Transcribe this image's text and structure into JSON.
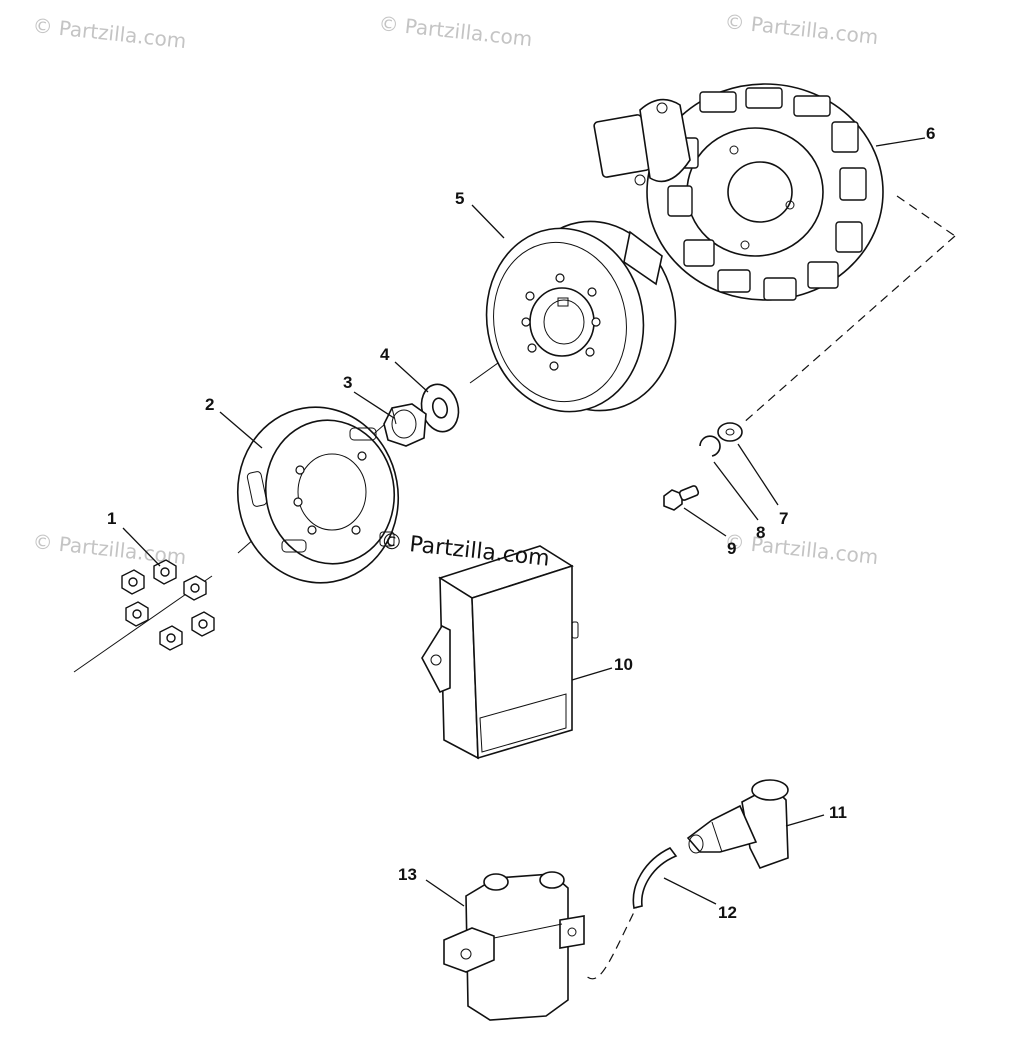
{
  "watermarks": {
    "top_left": "© Partzilla.com",
    "top_center": "© Partzilla.com",
    "top_right": "© Partzilla.com",
    "mid_left": "© Partzilla.com",
    "center": "© Partzilla.com",
    "mid_right": "© Partzilla.com"
  },
  "callouts": [
    "1",
    "2",
    "3",
    "4",
    "5",
    "6",
    "7",
    "8",
    "9",
    "10",
    "11",
    "12",
    "13"
  ]
}
